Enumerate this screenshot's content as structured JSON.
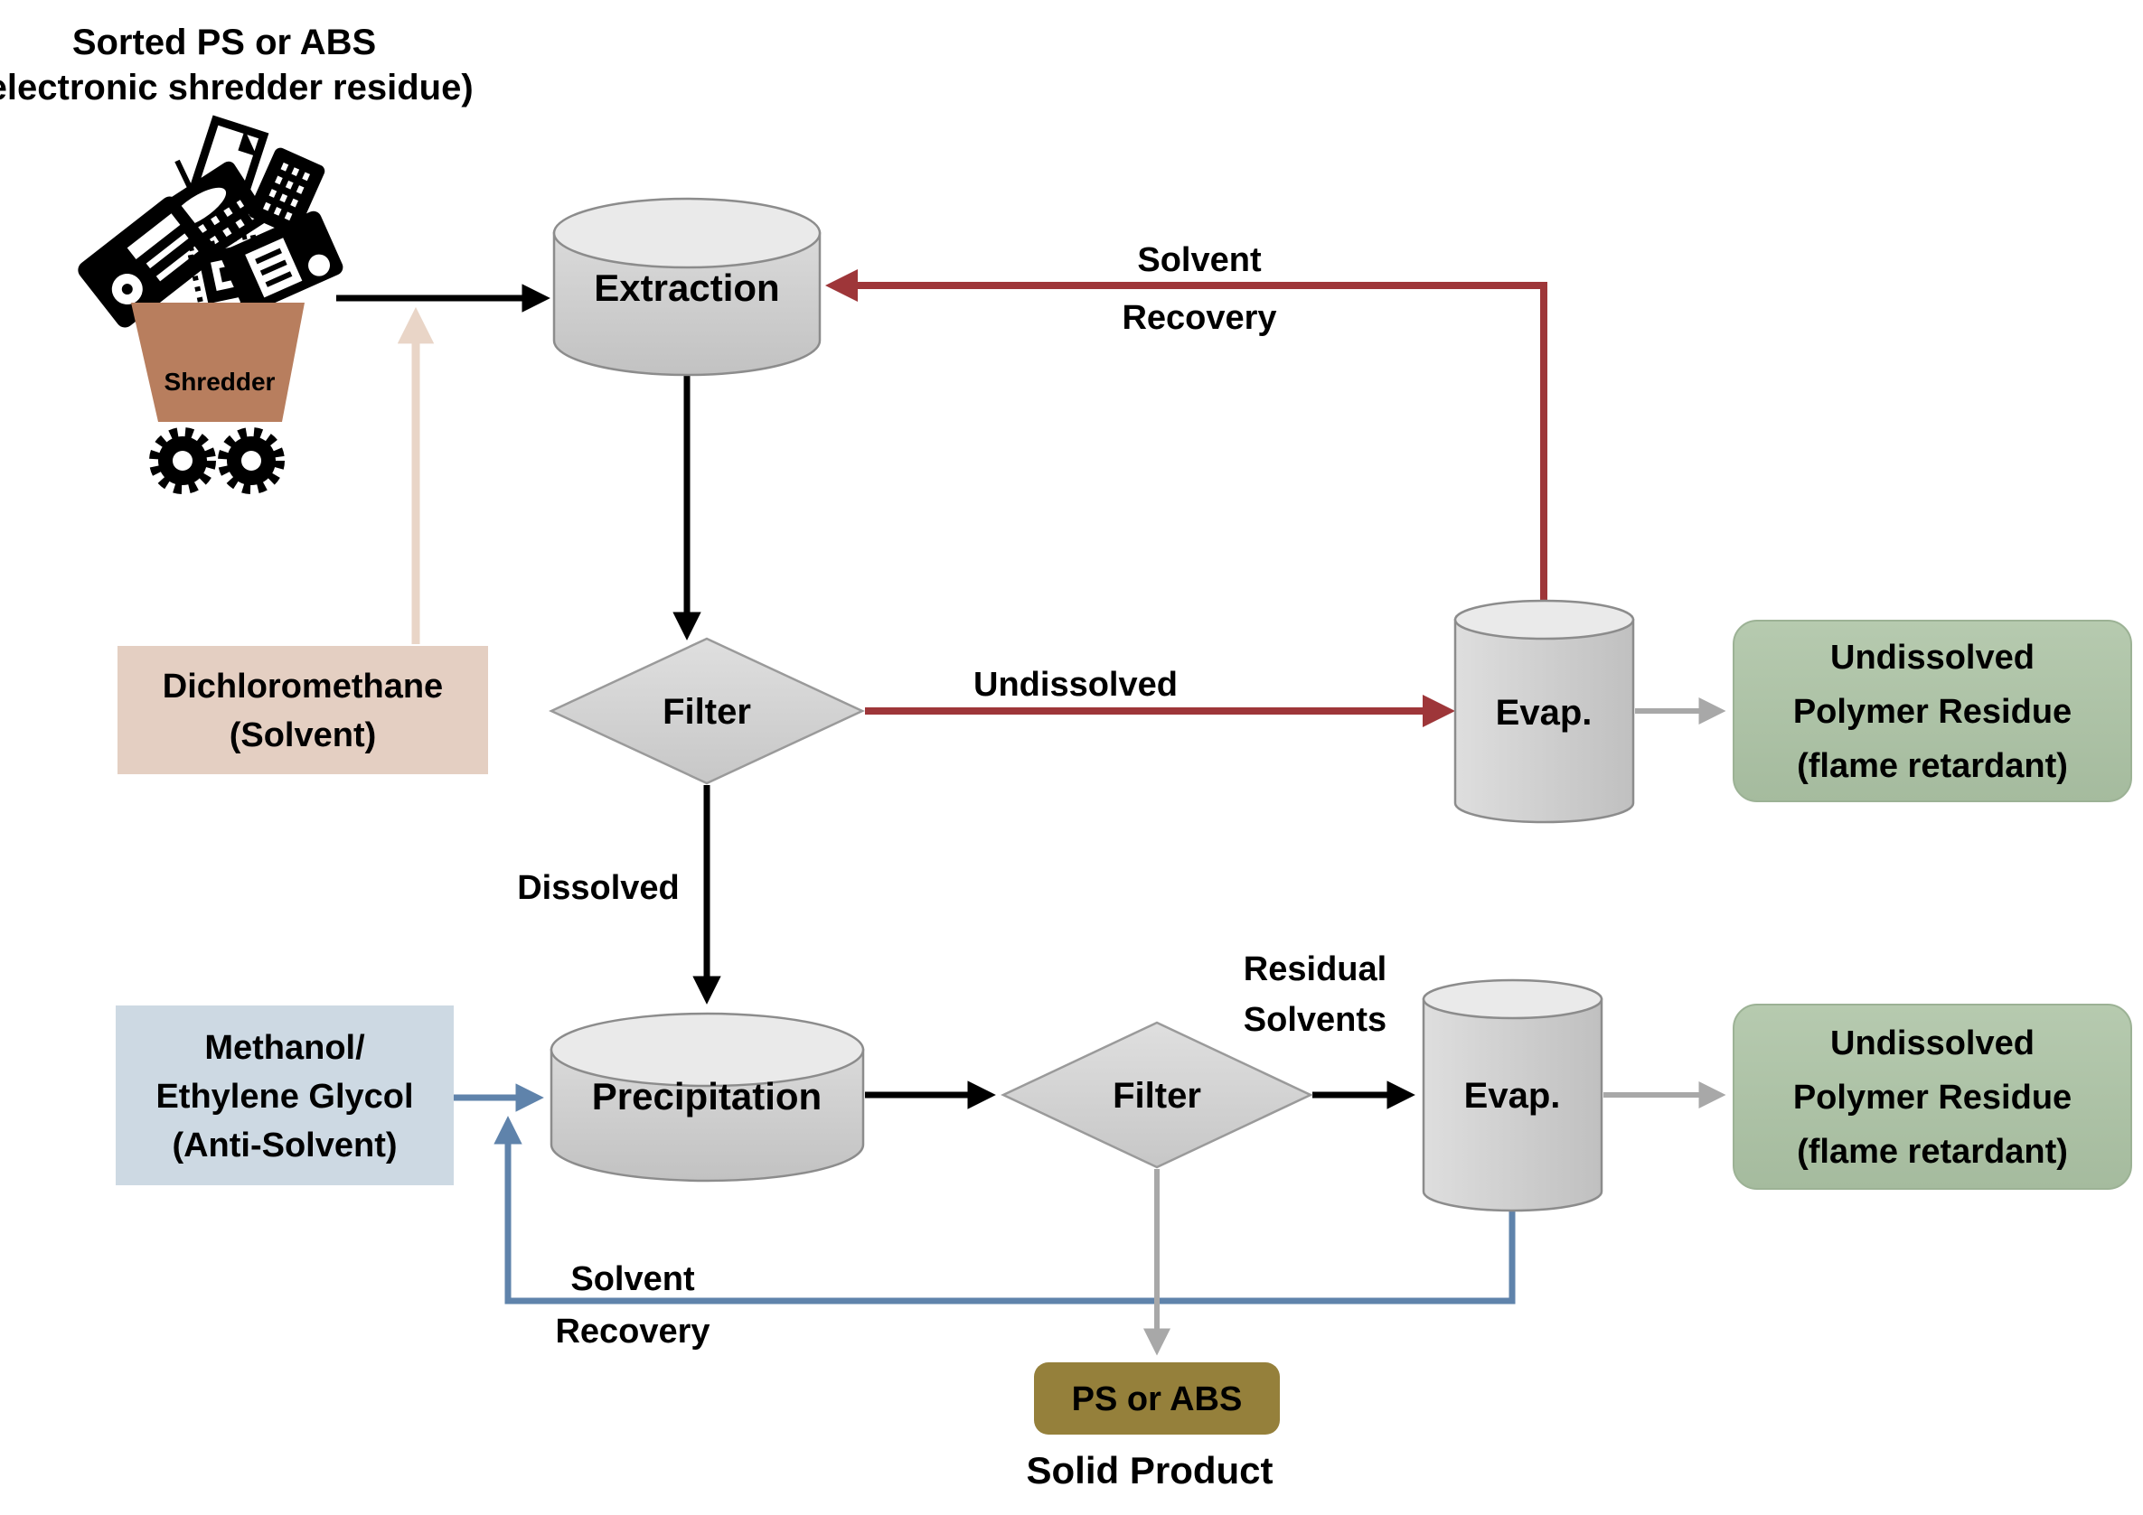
{
  "title": {
    "line1": "Sorted PS or ABS",
    "line2": "(electronic shredder residue)"
  },
  "shredder": {
    "label": "Shredder"
  },
  "process": {
    "extraction": "Extraction",
    "filter_top": "Filter",
    "evap_top": "Evap.",
    "precipitation": "Precipitation",
    "filter_bottom": "Filter",
    "evap_bottom": "Evap."
  },
  "materials": {
    "solvent_box": {
      "line1": "Dichloromethane",
      "line2": "(Solvent)"
    },
    "anti_solvent_box": {
      "line1": "Methanol/",
      "line2": "Ethylene Glycol",
      "line3": "(Anti-Solvent)"
    },
    "residue_top": {
      "line1": "Undissolved",
      "line2": "Polymer Residue",
      "line3": "(flame retardant)"
    },
    "residue_bottom": {
      "line1": "Undissolved",
      "line2": "Polymer Residue",
      "line3": "(flame retardant)"
    },
    "product_box": "PS or ABS",
    "product_caption": "Solid Product"
  },
  "flow_labels": {
    "solvent_recovery_top": {
      "line1": "Solvent",
      "line2": "Recovery"
    },
    "undissolved": "Undissolved",
    "dissolved": "Dissolved",
    "residual_solvents": {
      "line1": "Residual",
      "line2": "Solvents"
    },
    "solvent_recovery_bottom": {
      "line1": "Solvent",
      "line2": "Recovery"
    }
  },
  "colors": {
    "red_line": "#9e3639",
    "blue_line": "#5f83ab",
    "tan_line": "#e9d5c7",
    "gray_line": "#a8a8a8",
    "black_line": "#000000",
    "solvent_box_fill": "#e4cfc2",
    "anti_solvent_box_fill": "#cdd9e3",
    "residue_box_fill": "#aec3a7",
    "product_box_fill": "#95803b",
    "cart_fill": "#b87e5e",
    "cylinder_fill": "#cccccc",
    "cylinder_top_fill": "#eaeaea",
    "diamond_fill": "#d3d3d3"
  }
}
